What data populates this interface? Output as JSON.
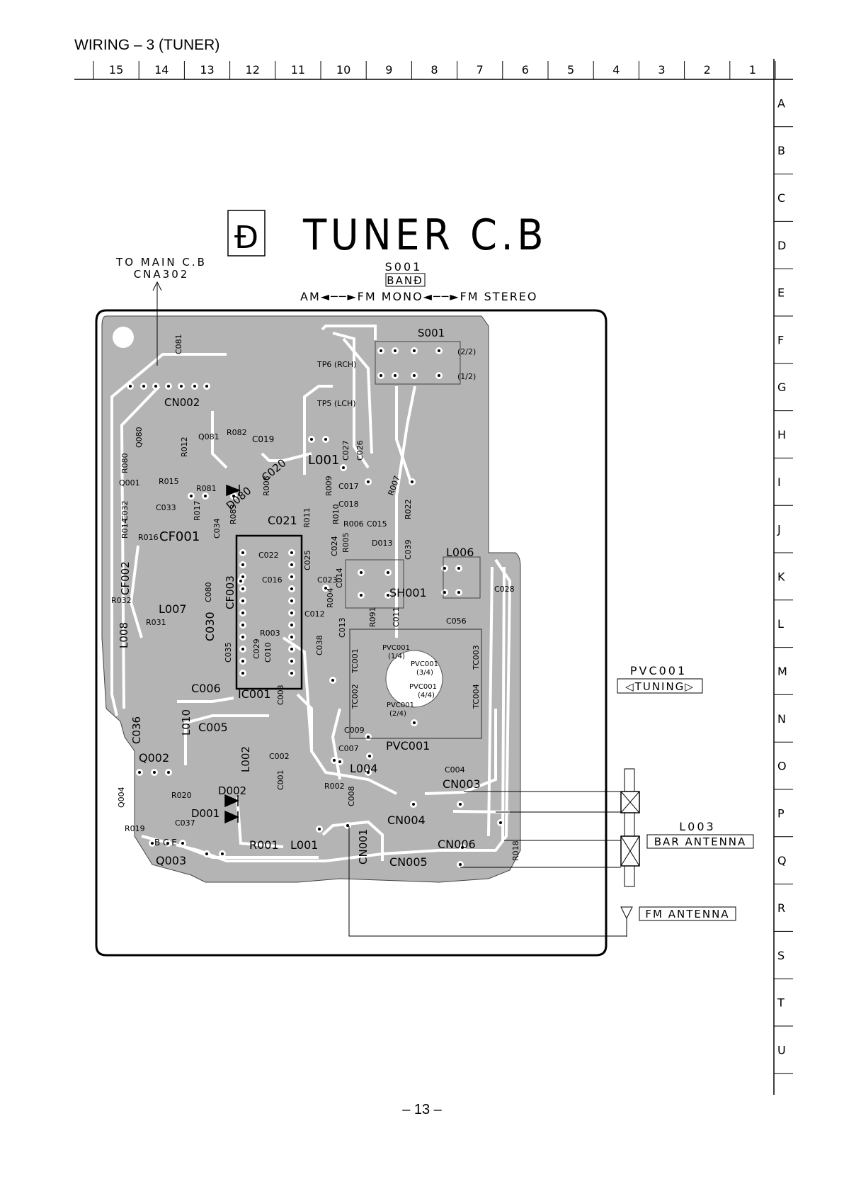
{
  "header": {
    "title": "WIRING – 3  (TUNER)"
  },
  "grid": {
    "columns": [
      "15",
      "14",
      "13",
      "12",
      "11",
      "10",
      "9",
      "8",
      "7",
      "6",
      "5",
      "4",
      "3",
      "2",
      "1"
    ],
    "rows": [
      "A",
      "B",
      "C",
      "D",
      "E",
      "F",
      "G",
      "H",
      "I",
      "J",
      "K",
      "L",
      "M",
      "N",
      "O",
      "P",
      "Q",
      "R",
      "S",
      "T",
      "U"
    ]
  },
  "board": {
    "badge": "Đ",
    "title": "TUNER C.B",
    "to_main_line1": "TO MAIN C.B",
    "to_main_line2": "CNA302",
    "switch_ref": "S001",
    "switch_name": "BANĐ",
    "switch_modes": "AM◄──►FM MONO◄──►FM STEREO",
    "pvc_ref": "PVC001",
    "pvc_name": "◁TUNING▷",
    "bar_ref": "L003",
    "bar_name": "BAR ANTENNA",
    "fm_name": "FM ANTENNA"
  },
  "components": [
    {
      "id": "c01",
      "text": "S001"
    },
    {
      "id": "c02",
      "text": "(2/2)"
    },
    {
      "id": "c03",
      "text": "(1/2)"
    },
    {
      "id": "c04",
      "text": "CN002"
    },
    {
      "id": "c05",
      "text": "C081"
    },
    {
      "id": "c06",
      "text": "TP6 (RCH)"
    },
    {
      "id": "c07",
      "text": "TP5 (LCH)"
    },
    {
      "id": "c08",
      "text": "Q080"
    },
    {
      "id": "c09",
      "text": "R012"
    },
    {
      "id": "c10",
      "text": "Q081"
    },
    {
      "id": "c11",
      "text": "R082"
    },
    {
      "id": "c12",
      "text": "C019"
    },
    {
      "id": "c13",
      "text": "L001"
    },
    {
      "id": "c14",
      "text": "C027"
    },
    {
      "id": "c15",
      "text": "C026"
    },
    {
      "id": "c16",
      "text": "R080"
    },
    {
      "id": "c17",
      "text": "Q001"
    },
    {
      "id": "c18",
      "text": "R015"
    },
    {
      "id": "c19",
      "text": "R081"
    },
    {
      "id": "c20",
      "text": "C020"
    },
    {
      "id": "c21",
      "text": "D080"
    },
    {
      "id": "c22",
      "text": "R008"
    },
    {
      "id": "c23",
      "text": "R009"
    },
    {
      "id": "c24",
      "text": "C017"
    },
    {
      "id": "c25",
      "text": "C018"
    },
    {
      "id": "c26",
      "text": "R007"
    },
    {
      "id": "c27",
      "text": "R022"
    },
    {
      "id": "c28",
      "text": "C032"
    },
    {
      "id": "c29",
      "text": "C033"
    },
    {
      "id": "c30",
      "text": "R017"
    },
    {
      "id": "c31",
      "text": "R083"
    },
    {
      "id": "c32",
      "text": "C021"
    },
    {
      "id": "c33",
      "text": "R011"
    },
    {
      "id": "c34",
      "text": "R010"
    },
    {
      "id": "c35",
      "text": "R006"
    },
    {
      "id": "c36",
      "text": "C015"
    },
    {
      "id": "c37",
      "text": "R014"
    },
    {
      "id": "c38",
      "text": "R016"
    },
    {
      "id": "c39",
      "text": "CF001"
    },
    {
      "id": "c40",
      "text": "C034"
    },
    {
      "id": "c41",
      "text": "C022"
    },
    {
      "id": "c42",
      "text": "C024"
    },
    {
      "id": "c43",
      "text": "R005"
    },
    {
      "id": "c44",
      "text": "D013"
    },
    {
      "id": "c45",
      "text": "C039"
    },
    {
      "id": "c46",
      "text": "L006"
    },
    {
      "id": "c47",
      "text": "CF002"
    },
    {
      "id": "c48",
      "text": "C025"
    },
    {
      "id": "c49",
      "text": "C023"
    },
    {
      "id": "c50",
      "text": "C080"
    },
    {
      "id": "c51",
      "text": "CF003"
    },
    {
      "id": "c52",
      "text": "C016"
    },
    {
      "id": "c53",
      "text": "C014"
    },
    {
      "id": "c54",
      "text": "SH001"
    },
    {
      "id": "c55",
      "text": "C028"
    },
    {
      "id": "c56",
      "text": "R032"
    },
    {
      "id": "c57",
      "text": "L007"
    },
    {
      "id": "c58",
      "text": "C030"
    },
    {
      "id": "c59",
      "text": "R004"
    },
    {
      "id": "c60",
      "text": "C012"
    },
    {
      "id": "c61",
      "text": "R091"
    },
    {
      "id": "c62",
      "text": "C011"
    },
    {
      "id": "c63",
      "text": "C056"
    },
    {
      "id": "c64",
      "text": "R031"
    },
    {
      "id": "c65",
      "text": "L008"
    },
    {
      "id": "c66",
      "text": "R003"
    },
    {
      "id": "c67",
      "text": "C013"
    },
    {
      "id": "c68",
      "text": "C038"
    },
    {
      "id": "c69",
      "text": "PVC001"
    },
    {
      "id": "c70",
      "text": "(1/4)"
    },
    {
      "id": "c71",
      "text": "PVC001"
    },
    {
      "id": "c72",
      "text": "(3/4)"
    },
    {
      "id": "c73",
      "text": "TC001"
    },
    {
      "id": "c74",
      "text": "TC003"
    },
    {
      "id": "c75",
      "text": "C035"
    },
    {
      "id": "c76",
      "text": "C029"
    },
    {
      "id": "c77",
      "text": "C010"
    },
    {
      "id": "c78",
      "text": "PVC001"
    },
    {
      "id": "c79",
      "text": "(4/4)"
    },
    {
      "id": "c80",
      "text": "TC002"
    },
    {
      "id": "c81",
      "text": "TC004"
    },
    {
      "id": "c82",
      "text": "PVC001"
    },
    {
      "id": "c83",
      "text": "(2/4)"
    },
    {
      "id": "c84",
      "text": "C006"
    },
    {
      "id": "c85",
      "text": "IC001"
    },
    {
      "id": "c86",
      "text": "C003"
    },
    {
      "id": "c87",
      "text": "C036"
    },
    {
      "id": "c88",
      "text": "L010"
    },
    {
      "id": "c89",
      "text": "C005"
    },
    {
      "id": "c90",
      "text": "C009"
    },
    {
      "id": "c91",
      "text": "PVC001"
    },
    {
      "id": "c92",
      "text": "C007"
    },
    {
      "id": "c93",
      "text": "Q002"
    },
    {
      "id": "c94",
      "text": "L002"
    },
    {
      "id": "c95",
      "text": "C002"
    },
    {
      "id": "c96",
      "text": "C004"
    },
    {
      "id": "c97",
      "text": "L004"
    },
    {
      "id": "c98",
      "text": "CN003"
    },
    {
      "id": "c99",
      "text": "Q004"
    },
    {
      "id": "d01",
      "text": "R020"
    },
    {
      "id": "d02",
      "text": "D002"
    },
    {
      "id": "d03",
      "text": "C001"
    },
    {
      "id": "d04",
      "text": "R002"
    },
    {
      "id": "d05",
      "text": "C008"
    },
    {
      "id": "d06",
      "text": "D001"
    },
    {
      "id": "d07",
      "text": "CN004"
    },
    {
      "id": "d08",
      "text": "R019"
    },
    {
      "id": "d09",
      "text": "C037"
    },
    {
      "id": "d10",
      "text": "CN001"
    },
    {
      "id": "d11",
      "text": "CN006"
    },
    {
      "id": "d12",
      "text": "R018"
    },
    {
      "id": "d13",
      "text": "B C E"
    },
    {
      "id": "d14",
      "text": "R001"
    },
    {
      "id": "d15",
      "text": "L001"
    },
    {
      "id": "d16",
      "text": "Q003"
    },
    {
      "id": "d17",
      "text": "CN005"
    }
  ],
  "footer": {
    "page_number": "– 13 –"
  },
  "colors": {
    "board_fill": "#b4b4b4",
    "trace": "#ffffff",
    "ink": "#000000"
  }
}
